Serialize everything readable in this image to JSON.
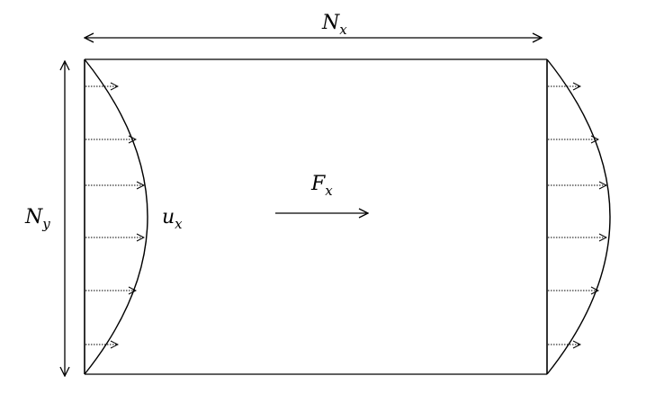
{
  "labels": {
    "width": {
      "symbol": "N",
      "subscript": "x"
    },
    "height": {
      "symbol": "N",
      "subscript": "y"
    },
    "force": {
      "symbol": "F",
      "subscript": "x"
    },
    "velocity": {
      "symbol": "u",
      "subscript": "x"
    }
  },
  "colors": {
    "stroke": "#000000",
    "background": "#ffffff"
  }
}
